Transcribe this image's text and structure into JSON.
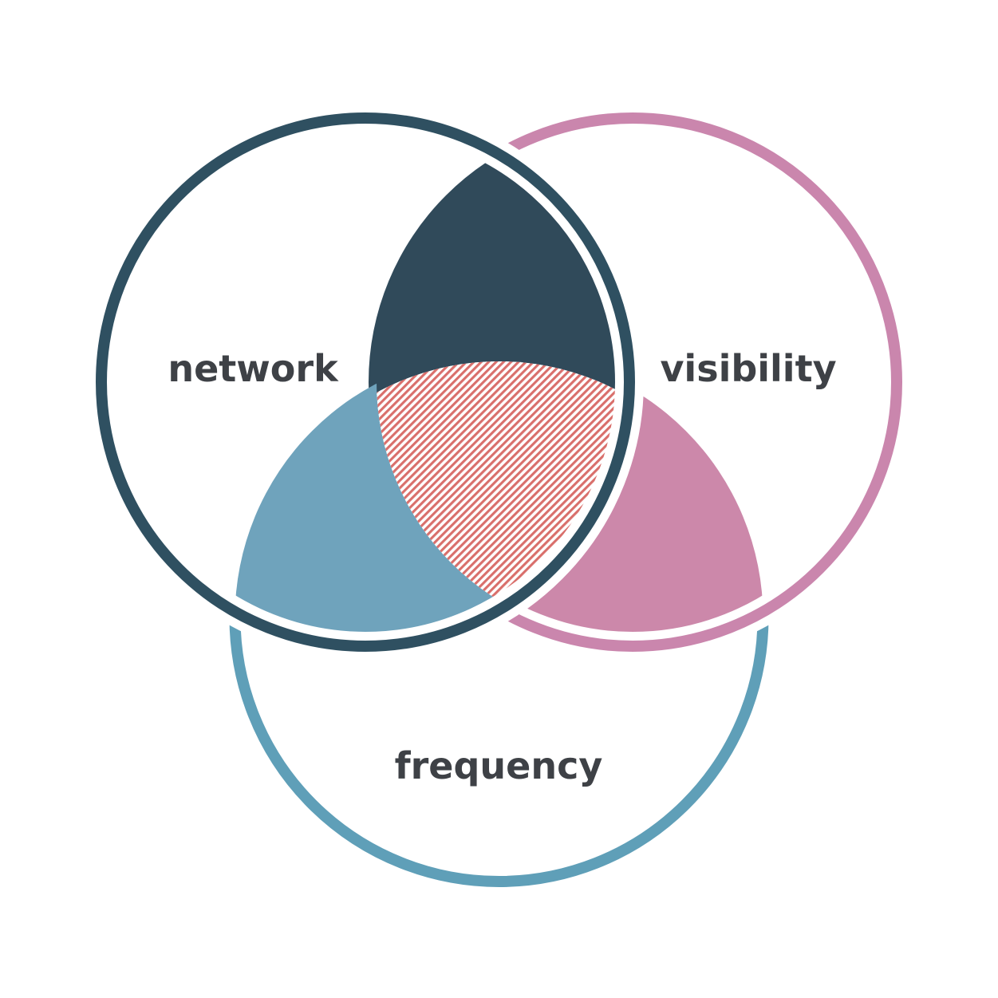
{
  "diagram": {
    "type": "venn",
    "background": "#FFFFFF",
    "label_color": "#3E4146",
    "sets": [
      {
        "id": "network",
        "label": "network",
        "circle_color": "#2F5061"
      },
      {
        "id": "visibility",
        "label": "visibility",
        "circle_color": "#CA86AD"
      },
      {
        "id": "frequency",
        "label": "frequency",
        "circle_color": "#5F9FB8"
      }
    ],
    "overlaps": {
      "network_visibility_fill": "#304A5A",
      "network_frequency_fill": "#6FA3BC",
      "visibility_frequency_fill": "#CC88AA",
      "center_hatch_stripe_color": "#D96F6B",
      "center_hatch_background": "#FFFFFF"
    }
  }
}
